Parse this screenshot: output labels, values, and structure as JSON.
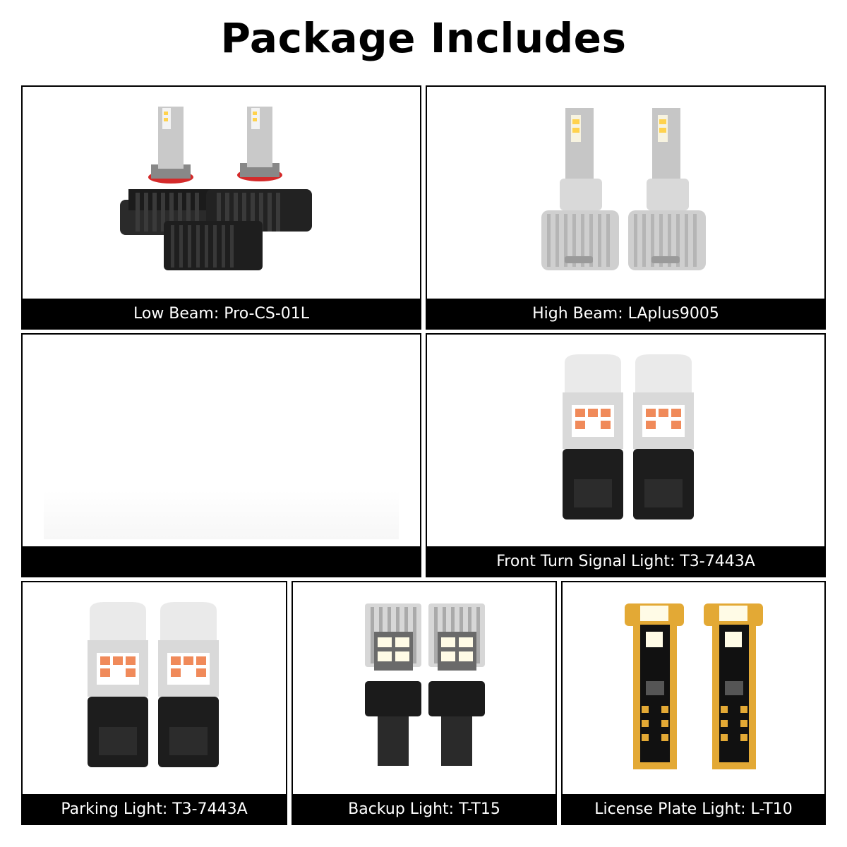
{
  "page": {
    "title": "Package Includes"
  },
  "panels": [
    {
      "id": "low-beam",
      "caption": "Low Beam: Pro-CS-01L",
      "product_icon": "h11-led-headlight-bulb-pair"
    },
    {
      "id": "high-beam",
      "caption": "High Beam: LAplus9005",
      "product_icon": "9005-led-headlight-bulb-pair"
    },
    {
      "id": "blank",
      "caption": "",
      "product_icon": ""
    },
    {
      "id": "front-turn",
      "caption": "Front Turn Signal Light: T3-7443A",
      "product_icon": "7443-amber-led-bulb-pair"
    },
    {
      "id": "parking",
      "caption": "Parking Light: T3-7443A",
      "product_icon": "7443-amber-led-bulb-pair"
    },
    {
      "id": "backup",
      "caption": "Backup Light: T-T15",
      "product_icon": "t15-white-led-bulb-pair"
    },
    {
      "id": "license",
      "caption": "License Plate Light: L-T10",
      "product_icon": "t10-led-bulb-pair"
    }
  ],
  "colors": {
    "accent_red": "#d42a2a",
    "amber_led": "#f08a5a",
    "gold_pcb": "#e3a935",
    "frame": "#000000"
  }
}
